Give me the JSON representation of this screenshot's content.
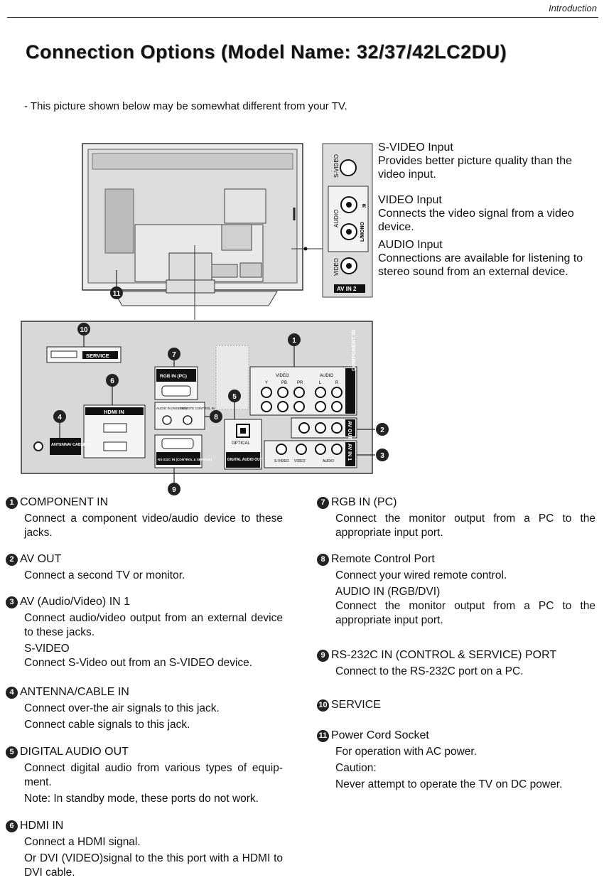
{
  "header": {
    "section": "Introduction"
  },
  "title": "Connection Options  (Model Name: 32/37/42LC2DU)",
  "note": "- This picture shown below may be somewhat different from your TV.",
  "side_panel": {
    "svideo_label": "S-VIDEO",
    "audio_label": "AUDIO",
    "video_label": "VIDEO",
    "lmono_label": "L/MONO",
    "r_label": "R",
    "avin2_label": "AV IN 2",
    "items": [
      {
        "title": "S-VIDEO Input",
        "body": "Provides better picture quality than the video input."
      },
      {
        "title": "VIDEO Input",
        "body": "Connects the video signal from a video device."
      },
      {
        "title": "AUDIO Input",
        "body": "Connections are available for listening to stereo sound from an external device."
      }
    ]
  },
  "rear_panel": {
    "service_label": "SERVICE",
    "hdmi_in_label": "HDMI IN",
    "antenna_label": "ANTENNA/ CABLE IN",
    "rgb_in_label": "RGB IN (PC)",
    "audio_in_label": "AUDIO IN (RGB/DVI)",
    "remote_label": "REMOTE CONTROL IN",
    "rs232_label": "RS-232C IN (CONTROL & SERVICE)",
    "optical_label": "OPTICAL",
    "digital_audio_label": "DIGITAL AUDIO OUT",
    "component_label": "COMPONENT IN",
    "av_out_label": "AV OUT",
    "av_in1_label": "AV IN 1",
    "video_header": "VIDEO",
    "audio_header": "AUDIO",
    "svideo_small": "S-VIDEO",
    "video_small": "VIDEO",
    "audio_small": "AUDIO",
    "y_label": "Y",
    "pb_label": "PB",
    "pr_label": "PR",
    "l_label": "L",
    "r_label": "R"
  },
  "callouts": [
    "1",
    "2",
    "3",
    "4",
    "5",
    "6",
    "7",
    "8",
    "9",
    "10",
    "11"
  ],
  "descriptions_left": [
    {
      "num": "1",
      "title": "COMPONENT IN",
      "lines": [
        "Connect a component video/audio device to these jacks."
      ]
    },
    {
      "num": "2",
      "title": "AV OUT",
      "lines": [
        "Connect a second TV or monitor."
      ]
    },
    {
      "num": "3",
      "title": "AV (Audio/Video) IN 1",
      "lines": [
        "Connect audio/video output from an external device to these jacks."
      ],
      "sub_title": "S-VIDEO",
      "sub_lines": [
        "Connect S-Video out from an S-VIDEO device."
      ]
    },
    {
      "num": "4",
      "title": "ANTENNA/CABLE IN",
      "lines": [
        "Connect over-the air signals to this jack.",
        "Connect cable signals to this jack."
      ]
    },
    {
      "num": "5",
      "title": "DIGITAL AUDIO OUT",
      "lines": [
        "Connect digital audio from various types of equip-ment.",
        "Note: In standby mode, these ports do not work."
      ]
    },
    {
      "num": "6",
      "title": "HDMI IN",
      "lines": [
        "Connect a HDMI signal.",
        "Or DVI (VIDEO)signal to the this port with a HDMI to DVI cable."
      ]
    }
  ],
  "descriptions_right": [
    {
      "num": "7",
      "title": "RGB IN (PC)",
      "lines": [
        "Connect the monitor output from a PC to the appropriate input port."
      ]
    },
    {
      "num": "8",
      "title": "Remote Control Port",
      "lines": [
        "Connect your wired remote control."
      ],
      "sub_title": "AUDIO IN (RGB/DVI)",
      "sub_lines": [
        "Connect the monitor output from a PC to the appropriate input port."
      ]
    },
    {
      "num": "9",
      "title": "RS-232C IN (CONTROL & SERVICE) PORT",
      "lines": [
        "Connect to the RS-232C port on a PC."
      ]
    },
    {
      "num": "10",
      "title": "SERVICE",
      "lines": []
    },
    {
      "num": "11",
      "title": "Power Cord Socket",
      "lines": [
        "For operation with AC power.",
        "Caution:",
        "Never attempt to operate the TV on DC power."
      ]
    }
  ]
}
